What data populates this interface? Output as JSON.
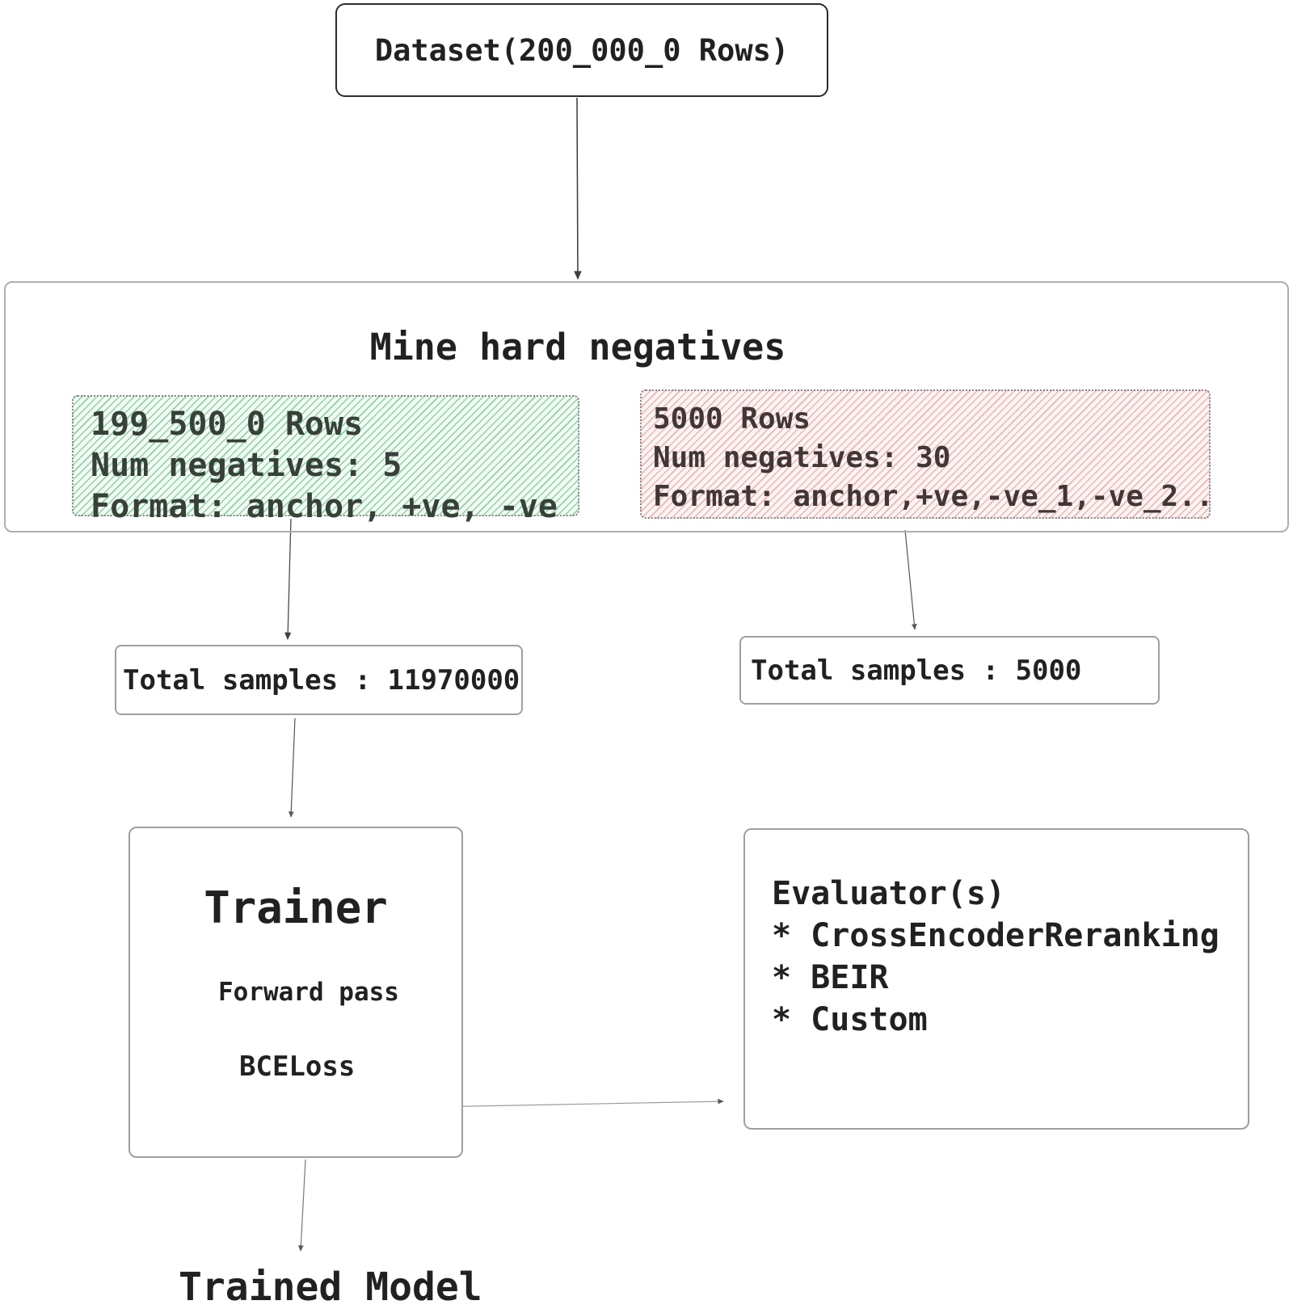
{
  "colors": {
    "text": "#212121",
    "box_border": "#9f9f9f",
    "dataset_border": "#2b2b2b",
    "train_split_bg": "#f2faf4",
    "train_split_hatch": "#8fd1a4",
    "eval_split_bg": "#fcf3f3",
    "eval_split_hatch": "#eeb4b4",
    "arrow_dark": "#3f3f3f",
    "arrow_light": "#8f8f8f"
  },
  "nodes": {
    "dataset": {
      "label": "Dataset(200_000_0 Rows)"
    },
    "mine_hard_negatives": {
      "title": "Mine hard negatives",
      "train_split": {
        "line1": "199_500_0 Rows",
        "line2": "Num negatives: 5",
        "line3": "Format: anchor, +ve, -ve"
      },
      "eval_split": {
        "line1": "5000 Rows",
        "line2": "Num negatives: 30",
        "line3": "Format: anchor,+ve,-ve_1,-ve_2.."
      }
    },
    "train_total": {
      "label": "Total samples : 11970000"
    },
    "eval_total": {
      "label": "Total samples : 5000"
    },
    "trainer": {
      "title": "Trainer",
      "step1": "Forward pass",
      "step2": "BCELoss"
    },
    "evaluator": {
      "line1": "Evaluator(s)",
      "line2": "* CrossEncoderReranking",
      "line3": "* BEIR",
      "line4": "* Custom"
    },
    "trained_model": {
      "label": "Trained Model"
    }
  },
  "edges": [
    {
      "from": "dataset",
      "to": "mine_hard_negatives"
    },
    {
      "from": "train_split",
      "to": "train_total"
    },
    {
      "from": "eval_split",
      "to": "eval_total"
    },
    {
      "from": "train_total",
      "to": "trainer"
    },
    {
      "from": "trainer_title",
      "to": "forward_pass"
    },
    {
      "from": "forward_pass",
      "to": "bce_loss"
    },
    {
      "from": "bce_loss",
      "to": "trainer_title",
      "style": "loop-back"
    },
    {
      "from": "trainer",
      "to": "evaluator"
    },
    {
      "from": "trainer",
      "to": "trained_model"
    }
  ]
}
